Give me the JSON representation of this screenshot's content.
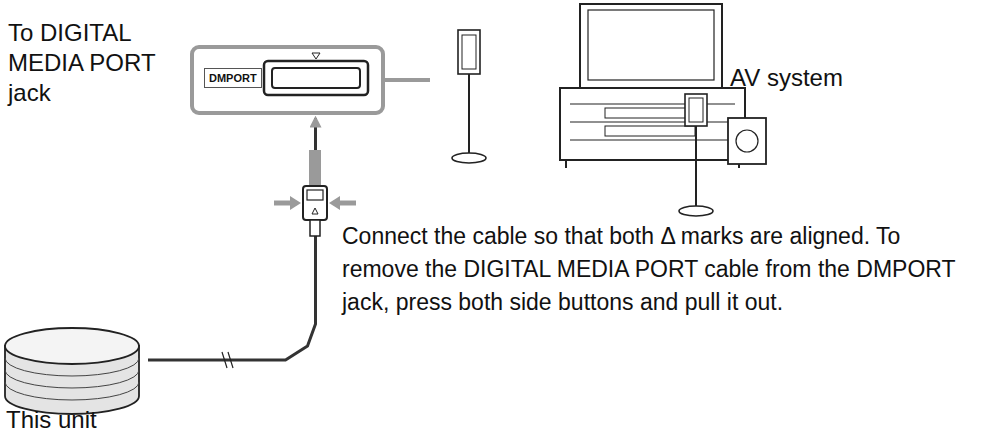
{
  "diagram": {
    "nodes": [
      {
        "text": [
          "This unit"
        ]
      },
      {
        "text": [
          "DMPORT"
        ]
      },
      {
        "text": [
          "AV system"
        ]
      }
    ],
    "edges": [
      {
        "from": 0,
        "to": 1,
        "arrow": "to"
      },
      {
        "from": 1,
        "to": 2,
        "arrow": "none"
      }
    ],
    "labels": [
      "To DIGITAL MEDIA PORT jack",
      "Connect the cable so that both Δ marks are aligned. To remove the DIGITAL MEDIA PORT cable from the DMPORT jack, press both side buttons and pull it out."
    ]
  }
}
